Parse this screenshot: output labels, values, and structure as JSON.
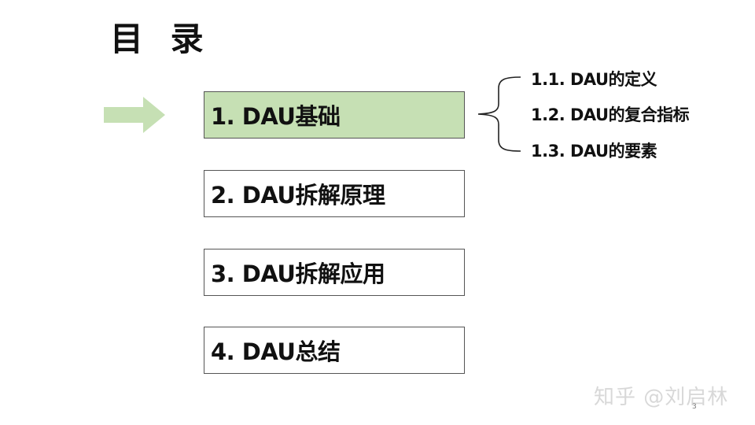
{
  "slide": {
    "title": "目 录",
    "current_indicator_icon": "arrow-right-icon",
    "accent_color": "#c6e0b4",
    "arrow_color": "#c6e0b4",
    "items": [
      {
        "label": "1. DAU基础",
        "active": true
      },
      {
        "label": "2. DAU拆解原理",
        "active": false
      },
      {
        "label": "3. DAU拆解应用",
        "active": false
      },
      {
        "label": "4. DAU总结",
        "active": false
      }
    ],
    "subitems_icon": "curly-brace-icon",
    "subitems": [
      {
        "label": "1.1. DAU的定义"
      },
      {
        "label": "1.2. DAU的复合指标"
      },
      {
        "label": "1.3. DAU的要素"
      }
    ],
    "watermark": "知乎 @刘启林",
    "page_number": "3"
  }
}
